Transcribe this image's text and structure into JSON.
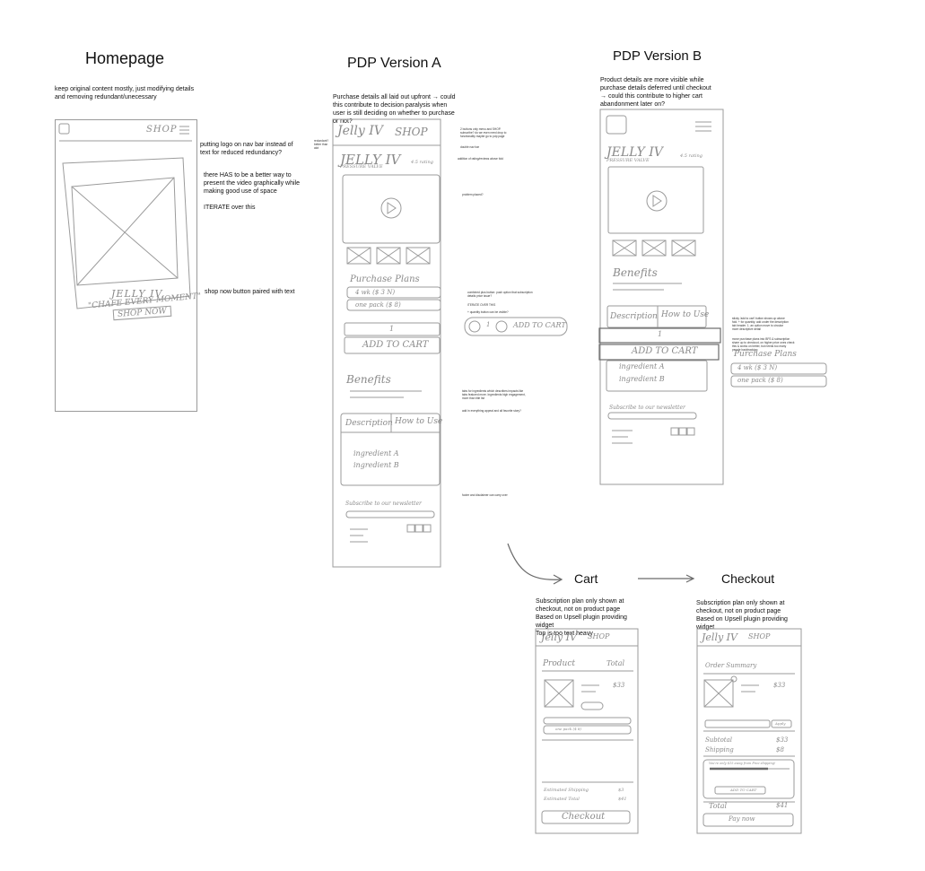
{
  "titles": {
    "homepage": "Homepage",
    "pdp_a": "PDP Version A",
    "pdp_b": "PDP Version B",
    "cart": "Cart",
    "checkout": "Checkout"
  },
  "notes": {
    "homepage_intro": "keep original content mostly, just modifying details and removing redundant/unecessary",
    "logo_nav": "putting logo on nav bar instead of text for reduced redundancy?",
    "video": "there HAS to be a better way to present the video graphically while making good use of space",
    "iterate": "ITERATE over this",
    "shop_now": "shop now button paired with text",
    "pdp_a_intro": "Purchase details all laid out upfront → could this contribute to decision paralysis when user is still deciding on whether to purchase or not?",
    "pdp_b_intro": "Product details are more visible while purchase details deferred until checkout → could this contribute to higher cart abandonment later on?",
    "cart_intro": "Subscription plan only shown at checkout, not on product page\nBased on Upsell plugin providing widget\nTop is too text heavy",
    "checkout_intro": "Subscription plan only shown at checkout, not on product page\nBased on Upsell plugin providing widget"
  },
  "tiny_notes": {
    "a_left": "redundant? better than alot",
    "a1": "2 buttons only menu and SHOP. subscribe? do we even need drop to functionality maybe go to pdp page",
    "a2": "double nav bar",
    "a3": "addition of rating/reviews above fold",
    "a4": "problem placed?",
    "a5": "combined plus button: push option that subscription details price issue?",
    "a6": "ITERATE OVER THIS",
    "a7": "+ quantity button can be visible?",
    "a8": "tabs for ingredients which describes impacts like tabs featured more. Ingredients high engagement, more than title list",
    "a9": "add in everything appeal and all favorite story?",
    "a10": "footer and disclaimer can carry over",
    "b1": "sticky 'add to cart' button shows up above fold. + for quantity. add under the description tab header. 1. an option move to circular more descriptive detail",
    "b2": "move purchase plans into BFS & subscription share up to checkout, on higher price ones check this & works on better, but needs too many people backtracking"
  },
  "wireframe": {
    "logo": "JELLY IV",
    "brand_tagline": "PRESSURE VALVE",
    "shop": "SHOP",
    "homepage_tagline": "\"CHAFE EVERY MOMENT\"",
    "shop_now": "SHOP NOW",
    "nav_logo": "Jelly IV",
    "rating": "4.5 rating",
    "purchase_plans": "Purchase Plans",
    "plan_1": "4 wk ($ 3 N)",
    "plan_2": "one pack ($ 8)",
    "qty": "1",
    "add_to_cart": "ADD TO CART",
    "benefits": "Benefits",
    "description": "Description",
    "how_to_use": "How to Use",
    "ingredient_a": "ingredient A",
    "ingredient_b": "ingredient B",
    "subscribe": "Subscribe to our newsletter",
    "product": "Product",
    "total_col": "Total",
    "price": "$33",
    "estimated_shipping": "Estimated Shipping",
    "estimated_total": "Estimated Total",
    "est_ship_val": "$3",
    "est_total_val": "$41",
    "checkout_btn": "Checkout",
    "order_summary": "Order Summary",
    "subtotal": "Subtotal",
    "shipping": "Shipping",
    "subtotal_val": "$33",
    "shipping_val": "$8",
    "total": "Total",
    "total_val": "$41",
    "pay_now": "Pay now",
    "apply": "Apply",
    "upsell": "You're only $15 away from Free shipping!",
    "upsell_add": "ADD TO CART"
  }
}
